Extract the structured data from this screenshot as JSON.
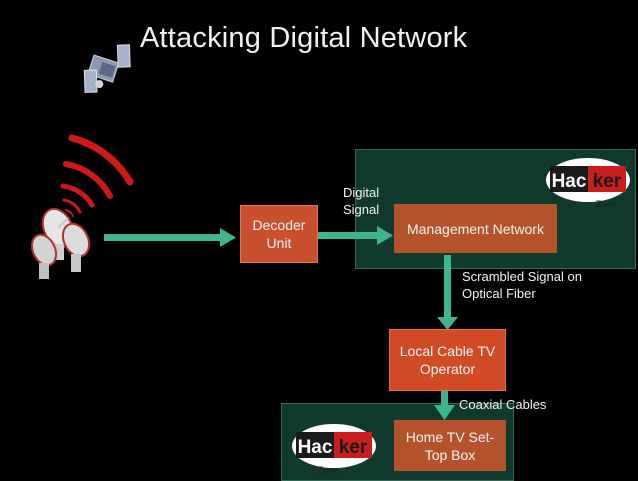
{
  "title": "Attacking Digital Network",
  "nodes": {
    "decoder": "Decoder Unit",
    "management": "Management Network",
    "local_operator": "Local Cable TV Operator",
    "home_box": "Home TV Set-Top Box"
  },
  "edge_labels": {
    "digital_signal": "Digital Signal",
    "scrambled": "Scrambled Signal on Optical Fiber",
    "coaxial": "Coaxial Cables"
  },
  "logos": {
    "top": {
      "part1": "Hac",
      "part2": "ker",
      "sub": "Zone"
    },
    "bottom": {
      "part1": "Hac",
      "part2": "ker",
      "sub": "Zone"
    }
  },
  "colors": {
    "arrow": "#3fb58d",
    "zone_background": "#0f3a2c",
    "box": "#c55a2e",
    "signal_arc": "#d01818"
  },
  "icons": [
    "satellite-icon",
    "signal-waves-icon",
    "satellite-dish-icon"
  ]
}
